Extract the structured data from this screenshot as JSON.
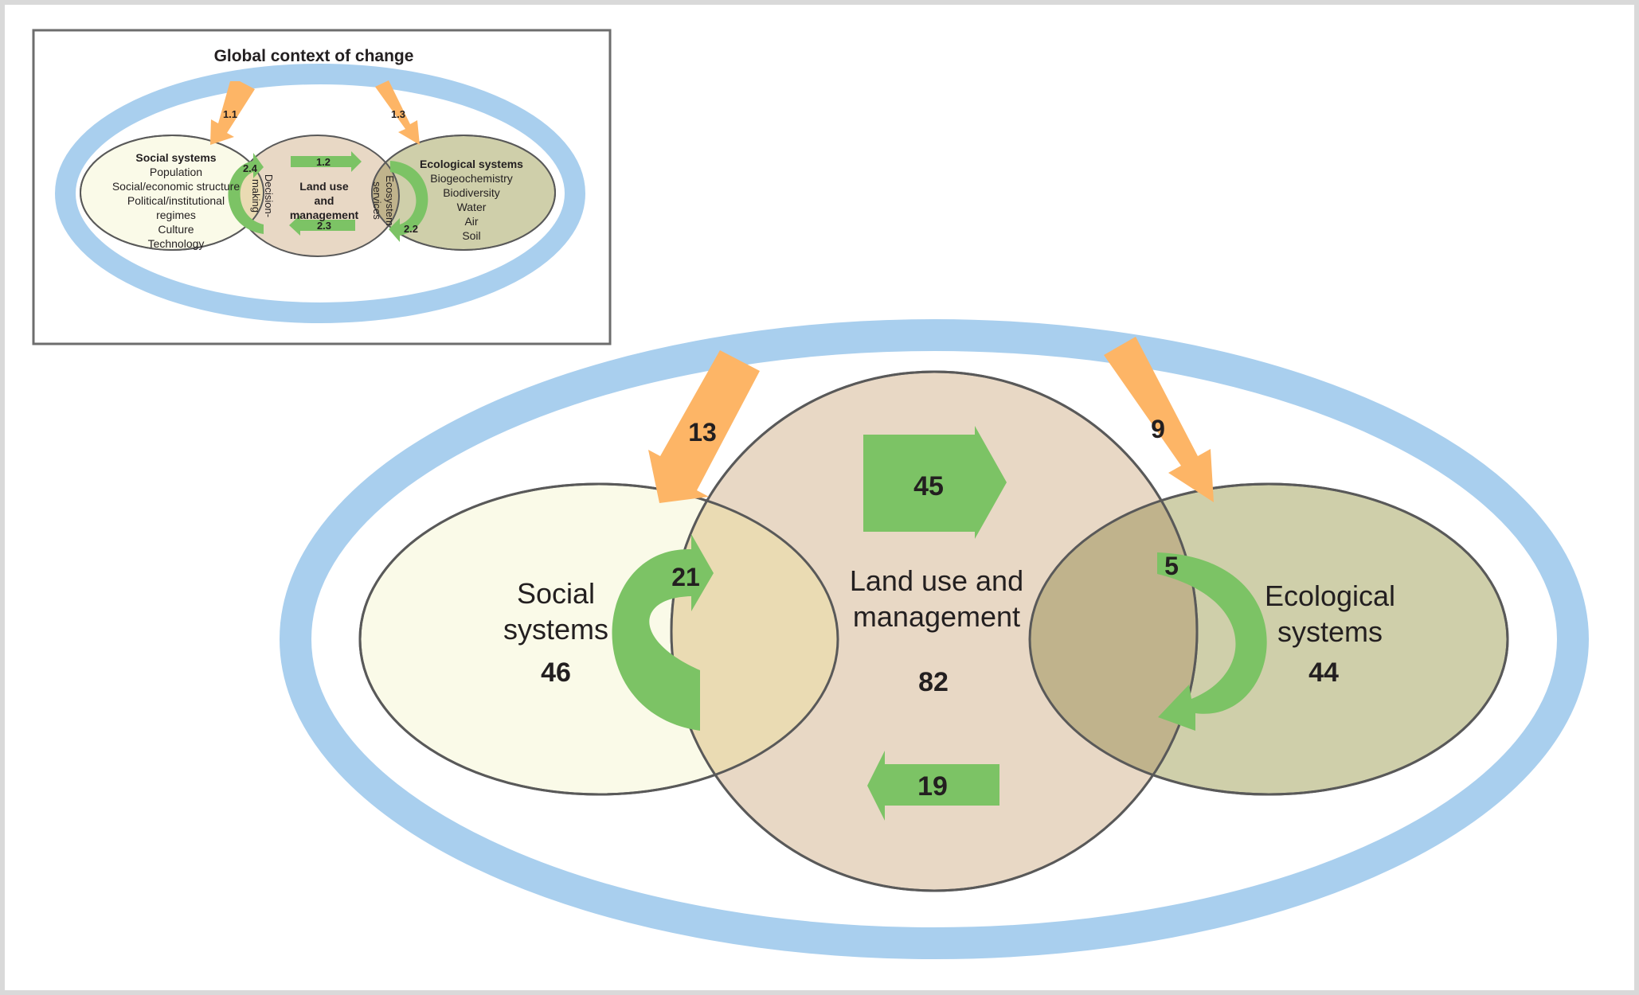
{
  "inset": {
    "title": "Global context of change",
    "social": {
      "heading": "Social systems",
      "lines": [
        "Population",
        "Social/economic structure",
        "Political/institutional",
        "regimes",
        "Culture",
        "Technology"
      ]
    },
    "land": {
      "lines": [
        "Land use",
        "and",
        "management"
      ]
    },
    "ecological": {
      "heading": "Ecological systems",
      "lines": [
        "Biogeochemistry",
        "Biodiversity",
        "Water",
        "Air",
        "Soil"
      ]
    },
    "decision": [
      "Decision-",
      "making"
    ],
    "ecosystem": [
      "Ecosystem",
      "services"
    ],
    "arrows": {
      "a11": "1.1",
      "a13": "1.3",
      "a12": "1.2",
      "a23": "2.3",
      "a24": "2.4",
      "a22": "2.2"
    }
  },
  "main": {
    "social": {
      "lines": [
        "Social",
        "systems"
      ],
      "count": "46"
    },
    "land": {
      "lines": [
        "Land use and",
        "management"
      ],
      "count": "82"
    },
    "ecological": {
      "lines": [
        "Ecological",
        "systems"
      ],
      "count": "44"
    },
    "arrows": {
      "orange_left": "13",
      "orange_right": "9",
      "green_top": "45",
      "green_bottom": "19",
      "curve_left": "21",
      "curve_right": "5"
    }
  },
  "colors": {
    "context_ring": "#a9cfee",
    "social_fill": "#fafae8",
    "land_fill": "#e8d8c5",
    "ecological_fill": "#cfcfaa",
    "overlap_left": "#eadbb3",
    "overlap_right": "#c0b38c",
    "orange_arrow": "#fdb566",
    "green_arrow": "#7cc365",
    "outline": "#595959"
  }
}
